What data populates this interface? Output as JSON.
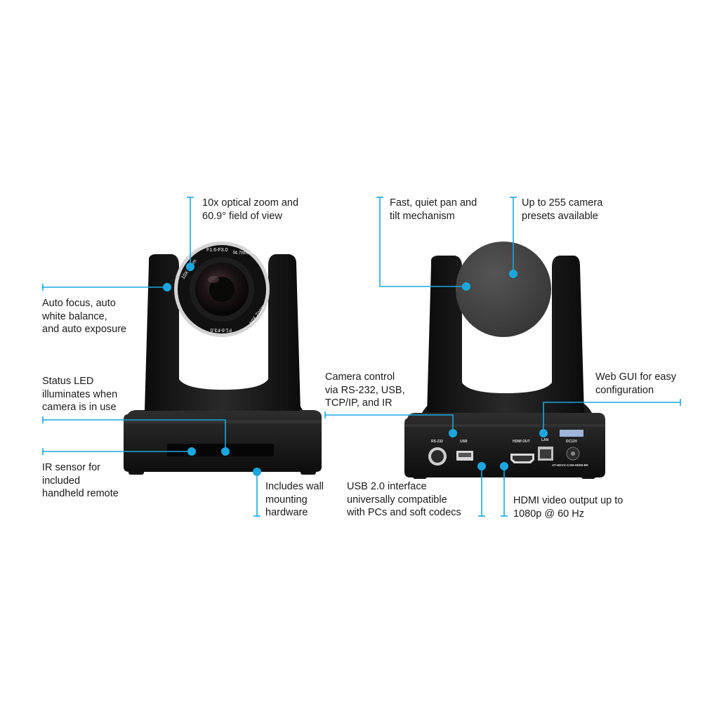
{
  "accent_color": "#1aa7e0",
  "callouts": {
    "zoom": [
      "10x optical zoom and",
      "60.9° field of view"
    ],
    "autofocus": [
      "Auto focus, auto",
      "white balance,",
      "and auto exposure"
    ],
    "status_led": [
      "Status LED",
      "illuminates when",
      "camera is in use"
    ],
    "ir_sensor": [
      "IR sensor for",
      "included",
      "handheld remote"
    ],
    "wall_mount": [
      "Includes wall",
      "mounting",
      "hardware"
    ],
    "pan_tilt": [
      "Fast, quiet pan and",
      "tilt mechanism"
    ],
    "presets": [
      "Up to 255 camera",
      "presets available"
    ],
    "control": [
      "Camera control",
      "via RS-232, USB,",
      "TCP/IP, and IR"
    ],
    "web_gui": [
      "Web GUI for easy",
      "configuration"
    ],
    "usb": [
      "USB 2.0 interface",
      "universally compatible",
      "with PCs and soft codecs"
    ],
    "hdmi": [
      "HDMI video output up to",
      "1080p @ 60 Hz"
    ]
  },
  "lens_markings": {
    "zoom": "10X Zoom",
    "aperture": "F1.6-F3.0",
    "focal": "f4.7mm-f47mm"
  },
  "ports": {
    "rs232": "RS-232",
    "usb": "USB",
    "hdmi": "HDMI OUT",
    "lan": "LAN",
    "dc": "DC12V",
    "model": "AT-HDVS-CAM-HDMI-BK"
  }
}
